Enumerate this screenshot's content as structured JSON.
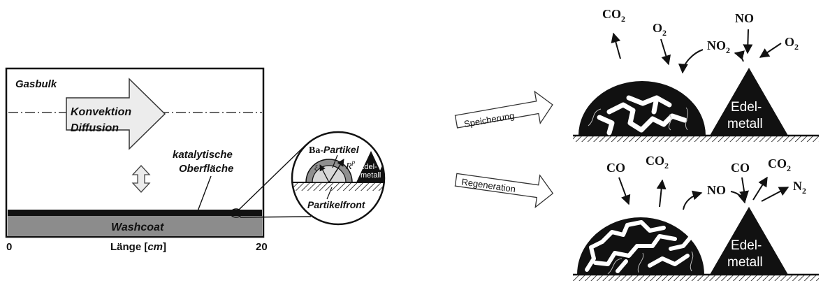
{
  "left_panel": {
    "gasbulk": "Gasbulk",
    "arrow_line1": "Konvektion",
    "arrow_line2": "Diffusion",
    "surface_line1": "katalytische",
    "surface_line2": "Oberfläche",
    "washcoat": "Washcoat",
    "axis_start": "0",
    "axis_end": "20",
    "axis_label_prefix": "Länge [",
    "axis_label_unit": "cm",
    "axis_label_suffix": "]"
  },
  "zoom_circle": {
    "particle_prefix": "Ba-",
    "particle_word": "Partikel",
    "radius_symbol": "R",
    "radius_superscript": "p",
    "xi_symbol": "ξ",
    "noble_line1": "Edel-",
    "noble_line2": "metall",
    "front_label": "Partikelfront"
  },
  "processes": {
    "storage_label": "Speicherung",
    "regeneration_label": "Regeneration"
  },
  "top_scene": {
    "co2": {
      "base": "CO",
      "sub": "2"
    },
    "o2_a": {
      "base": "O",
      "sub": "2"
    },
    "no2": {
      "base": "NO",
      "sub": "2"
    },
    "no": "NO",
    "o2_b": {
      "base": "O",
      "sub": "2"
    },
    "noble_line1": "Edel-",
    "noble_line2": "metall"
  },
  "bottom_scene": {
    "co_a": "CO",
    "co2_a": {
      "base": "CO",
      "sub": "2"
    },
    "no": "NO",
    "co_b": "CO",
    "co2_b": {
      "base": "CO",
      "sub": "2"
    },
    "n2": {
      "base": "N",
      "sub": "2"
    },
    "noble_line1": "Edel-",
    "noble_line2": "metall"
  },
  "colors": {
    "ink": "#111111",
    "washcoat": "#8c8c8c",
    "arrow_fill": "#ececec",
    "shell": "#8f8f8f",
    "core": "#d8d8d8"
  }
}
